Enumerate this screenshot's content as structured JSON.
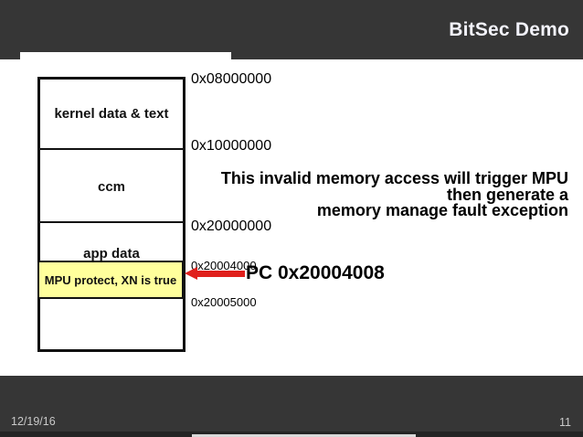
{
  "title": "BitSec Demo",
  "footer": {
    "date": "12/19/16",
    "page": "11"
  },
  "memory_map": {
    "region_labels": [
      "kernel data & text",
      "ccm",
      "app data"
    ],
    "highlight_label": "MPU protect, XN is true",
    "address_labels": [
      "0x08000000",
      "0x10000000",
      "0x20000000",
      "0x20004000",
      "0x20005000"
    ]
  },
  "annotations": {
    "pc_text": "PC 0x20004008",
    "explanation_lines": [
      "This invalid memory access will trigger MPU",
      "then generate a",
      "memory manage fault exception"
    ]
  },
  "colors": {
    "frame_background": "#363636",
    "slide_background": "#ffffff",
    "highlight_yellow": "#ffff9c",
    "arrow_red": "#e0201c",
    "title_text": "#f2f2fa",
    "footer_text": "#c9c9c9"
  }
}
